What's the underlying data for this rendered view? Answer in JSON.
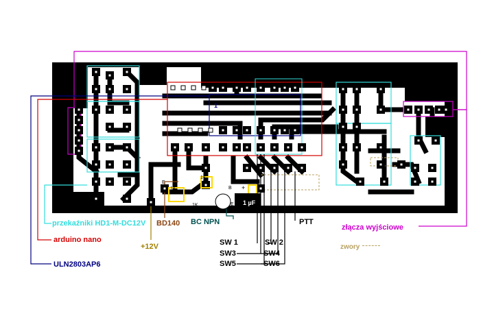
{
  "labels": {
    "relays": "przekaźniki HD1-M-DC12V",
    "arduino": "arduino nano",
    "uln": "ULN2803AP6",
    "bd140": "BD140",
    "bcnpn": "BC NPN",
    "v12": "+12V",
    "sw1": "SW 1",
    "sw2": "SW 2",
    "sw3": "SW3",
    "sw4": "SW4",
    "sw5": "SW5",
    "sw6": "SW6",
    "ptt": "PTT",
    "outputs": "złącza wyjściowe",
    "jumpers": "zwory"
  },
  "board_marks": {
    "r1k_a": "1K",
    "r1k_b": "1K",
    "r1k_c": "1K",
    "cap": "1 µF",
    "plus": "+",
    "minus": "+",
    "e": "E",
    "b": "B",
    "e2": "E",
    "one": "1"
  },
  "colors": {
    "board": "#000000",
    "pcb": "#ffffff",
    "relays": "#33dddd",
    "arduino": "#d40000",
    "uln": "#000080",
    "bd140": "#8b4513",
    "bcnpn": "#005050",
    "v12": "#a08000",
    "sw": "#000000",
    "outputs": "#cc00cc",
    "jumpers": "#b8a060"
  }
}
